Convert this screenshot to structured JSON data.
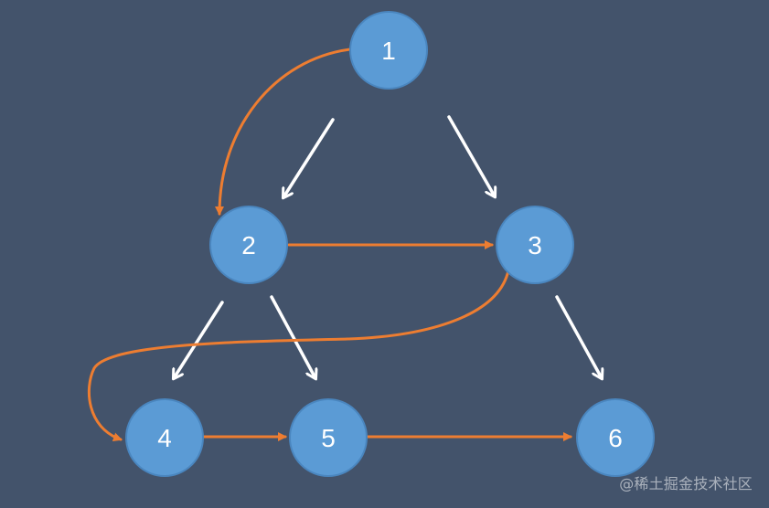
{
  "colors": {
    "background": "#43536b",
    "node_fill": "#5b9bd5",
    "node_stroke": "#4a86bf",
    "node_text": "#ffffff",
    "traversal_edge": "#ed7d31",
    "tree_edge": "#ffffff"
  },
  "diagram": {
    "nodes": [
      {
        "id": "1",
        "label": "1"
      },
      {
        "id": "2",
        "label": "2"
      },
      {
        "id": "3",
        "label": "3"
      },
      {
        "id": "4",
        "label": "4"
      },
      {
        "id": "5",
        "label": "5"
      },
      {
        "id": "6",
        "label": "6"
      }
    ],
    "tree_edges": [
      {
        "from": "1",
        "to": "2"
      },
      {
        "from": "1",
        "to": "3"
      },
      {
        "from": "2",
        "to": "4"
      },
      {
        "from": "2",
        "to": "5"
      },
      {
        "from": "3",
        "to": "6"
      }
    ],
    "traversal_edges": [
      {
        "from": "1",
        "to": "2"
      },
      {
        "from": "2",
        "to": "3"
      },
      {
        "from": "3",
        "to": "4"
      },
      {
        "from": "4",
        "to": "5"
      },
      {
        "from": "5",
        "to": "6"
      }
    ]
  },
  "watermark": {
    "text": "@稀土掘金技术社区"
  }
}
